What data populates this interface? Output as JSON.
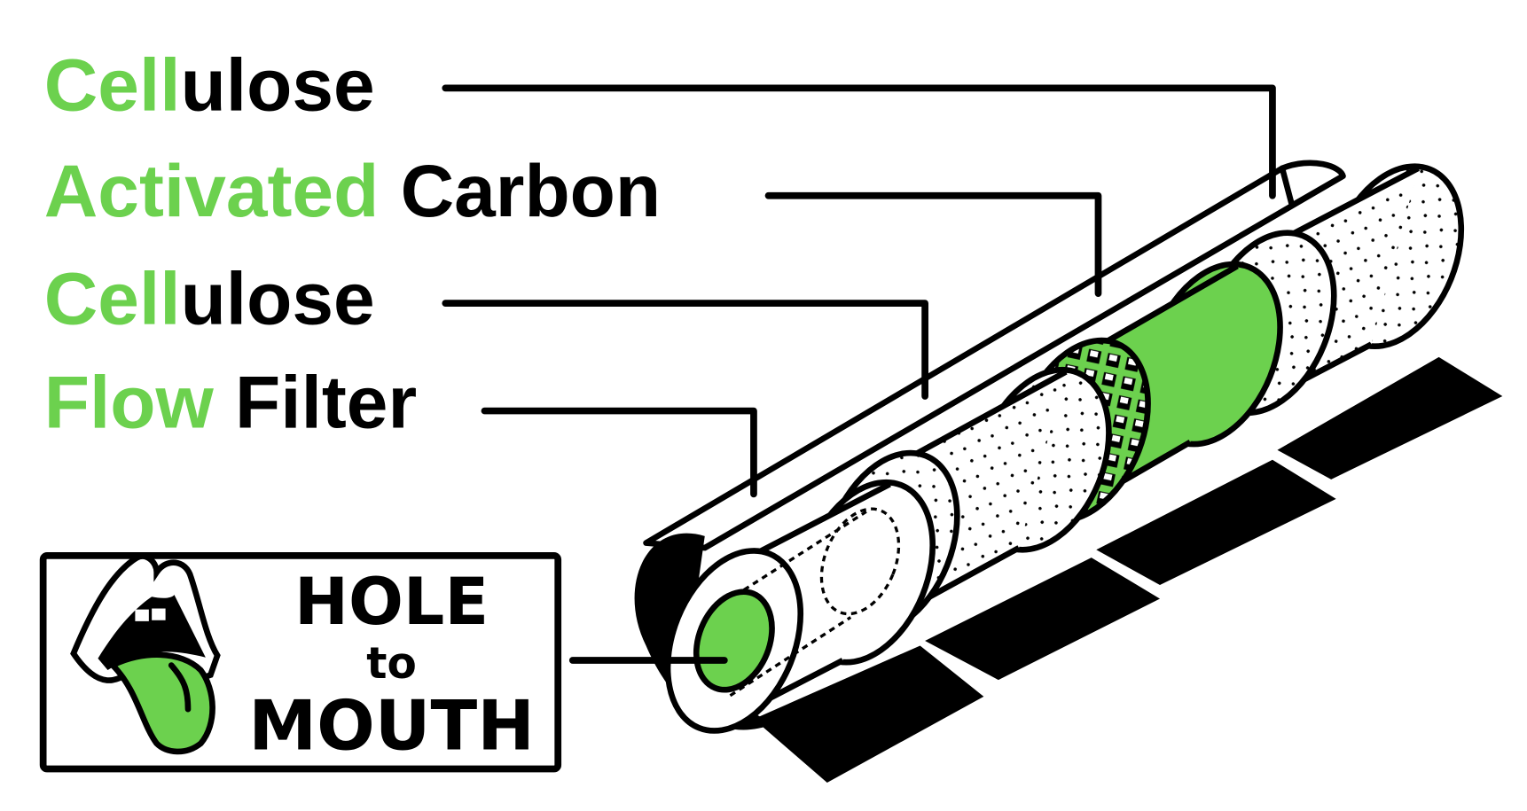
{
  "colors": {
    "accent": "#6CD14E",
    "ink": "#000000",
    "paper": "#FFFFFF"
  },
  "labels": [
    {
      "green": "Cell",
      "black": "ulose",
      "part": "cellulose-rear"
    },
    {
      "green": "Activated",
      "black": "Carbon",
      "part": "activated-carbon"
    },
    {
      "green": "Cell",
      "black": "ulose",
      "part": "cellulose-front"
    },
    {
      "green": "Flow",
      "black": "Filter",
      "part": "flow-filter"
    }
  ],
  "brand": {
    "line1": "HOLE",
    "line2": "to",
    "line3": "MOUTH",
    "icon": "mouth-tongue-icon"
  }
}
